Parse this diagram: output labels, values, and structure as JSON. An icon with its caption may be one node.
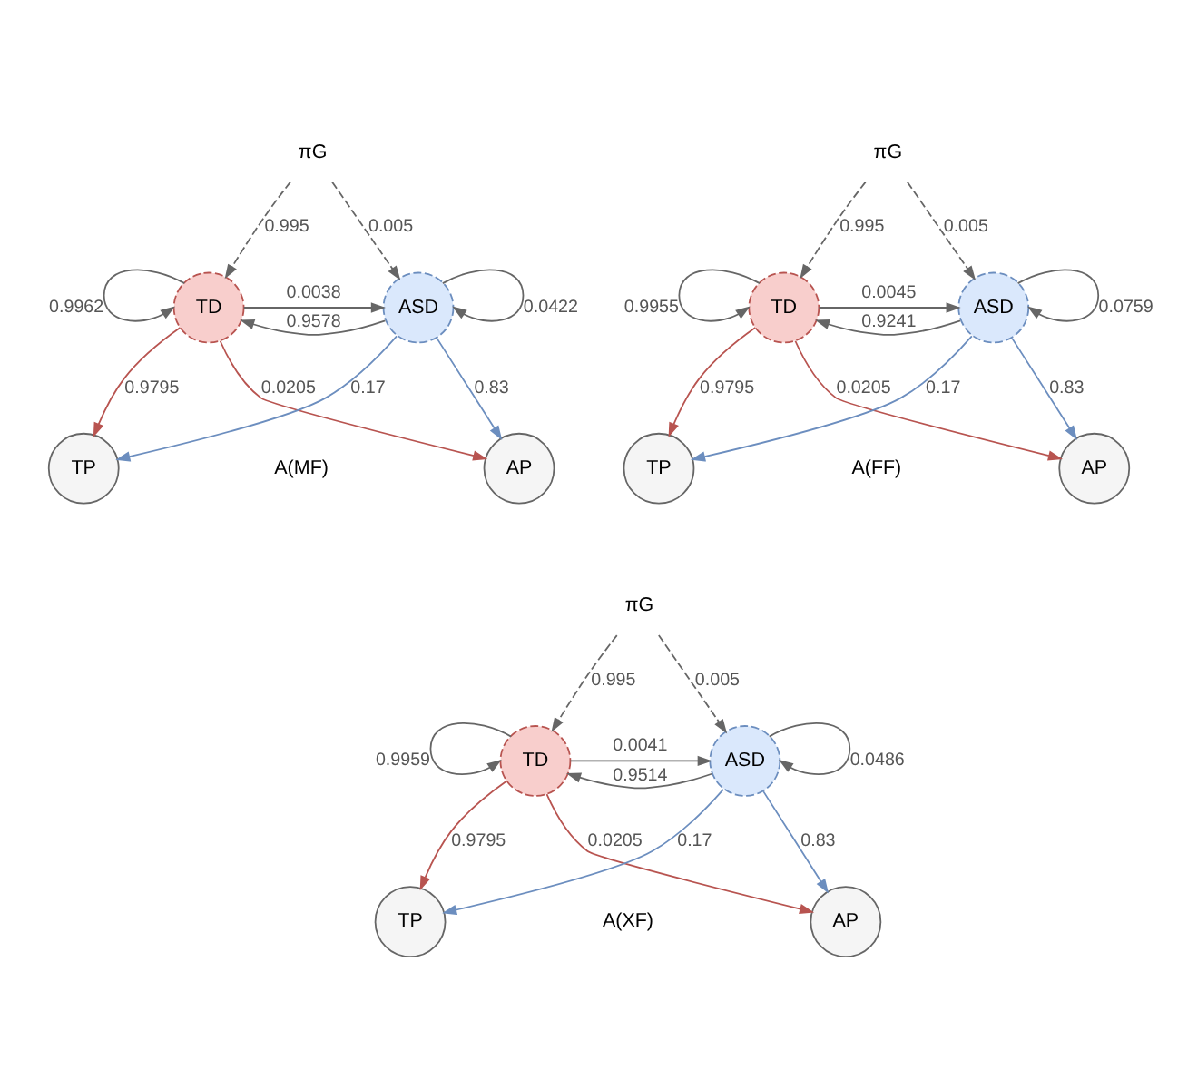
{
  "diagram": {
    "nodes": [
      {
        "text": [
          "πG"
        ]
      },
      {
        "text": [
          "TD"
        ]
      },
      {
        "text": [
          "ASD"
        ]
      },
      {
        "text": [
          "TP"
        ]
      },
      {
        "text": [
          "AP"
        ]
      },
      {
        "text": [
          "πG"
        ]
      },
      {
        "text": [
          "TD"
        ]
      },
      {
        "text": [
          "ASD"
        ]
      },
      {
        "text": [
          "TP"
        ]
      },
      {
        "text": [
          "AP"
        ]
      },
      {
        "text": [
          "πG"
        ]
      },
      {
        "text": [
          "TD"
        ]
      },
      {
        "text": [
          "ASD"
        ]
      },
      {
        "text": [
          "TP"
        ]
      },
      {
        "text": [
          "AP"
        ]
      }
    ],
    "edges": [
      {
        "from": 0,
        "to": 1,
        "arrow": "to",
        "label": "0.995",
        "style": "dashed"
      },
      {
        "from": 0,
        "to": 2,
        "arrow": "to",
        "label": "0.005",
        "style": "dashed"
      },
      {
        "from": 1,
        "to": 1,
        "arrow": "to",
        "label": "0.9962"
      },
      {
        "from": 1,
        "to": 2,
        "arrow": "to",
        "label": "0.0038"
      },
      {
        "from": 2,
        "to": 1,
        "arrow": "to",
        "label": "0.9578"
      },
      {
        "from": 2,
        "to": 2,
        "arrow": "to",
        "label": "0.0422"
      },
      {
        "from": 1,
        "to": 3,
        "arrow": "to",
        "label": "0.9795",
        "color": "#b85450"
      },
      {
        "from": 1,
        "to": 4,
        "arrow": "to",
        "label": "0.0205",
        "color": "#b85450"
      },
      {
        "from": 2,
        "to": 3,
        "arrow": "to",
        "label": "0.17",
        "color": "#6c8ebf"
      },
      {
        "from": 2,
        "to": 4,
        "arrow": "to",
        "label": "0.83",
        "color": "#6c8ebf"
      },
      {
        "from": 5,
        "to": 6,
        "arrow": "to",
        "label": "0.995",
        "style": "dashed"
      },
      {
        "from": 5,
        "to": 7,
        "arrow": "to",
        "label": "0.005",
        "style": "dashed"
      },
      {
        "from": 6,
        "to": 6,
        "arrow": "to",
        "label": "0.9955"
      },
      {
        "from": 6,
        "to": 7,
        "arrow": "to",
        "label": "0.0045"
      },
      {
        "from": 7,
        "to": 6,
        "arrow": "to",
        "label": "0.9241"
      },
      {
        "from": 7,
        "to": 7,
        "arrow": "to",
        "label": "0.0759"
      },
      {
        "from": 6,
        "to": 8,
        "arrow": "to",
        "label": "0.9795",
        "color": "#b85450"
      },
      {
        "from": 6,
        "to": 9,
        "arrow": "to",
        "label": "0.0205",
        "color": "#b85450"
      },
      {
        "from": 7,
        "to": 8,
        "arrow": "to",
        "label": "0.17",
        "color": "#6c8ebf"
      },
      {
        "from": 7,
        "to": 9,
        "arrow": "to",
        "label": "0.83",
        "color": "#6c8ebf"
      },
      {
        "from": 10,
        "to": 11,
        "arrow": "to",
        "label": "0.995",
        "style": "dashed"
      },
      {
        "from": 10,
        "to": 12,
        "arrow": "to",
        "label": "0.005",
        "style": "dashed"
      },
      {
        "from": 11,
        "to": 11,
        "arrow": "to",
        "label": "0.9959"
      },
      {
        "from": 11,
        "to": 12,
        "arrow": "to",
        "label": "0.0041"
      },
      {
        "from": 12,
        "to": 11,
        "arrow": "to",
        "label": "0.9514"
      },
      {
        "from": 12,
        "to": 12,
        "arrow": "to",
        "label": "0.0486"
      },
      {
        "from": 11,
        "to": 13,
        "arrow": "to",
        "label": "0.9795",
        "color": "#b85450"
      },
      {
        "from": 11,
        "to": 14,
        "arrow": "to",
        "label": "0.0205",
        "color": "#b85450"
      },
      {
        "from": 12,
        "to": 13,
        "arrow": "to",
        "label": "0.17",
        "color": "#6c8ebf"
      },
      {
        "from": 12,
        "to": 14,
        "arrow": "to",
        "label": "0.83",
        "color": "#6c8ebf"
      }
    ],
    "labels": [
      "A(MF)",
      "A(FF)",
      "A(XF)"
    ]
  }
}
